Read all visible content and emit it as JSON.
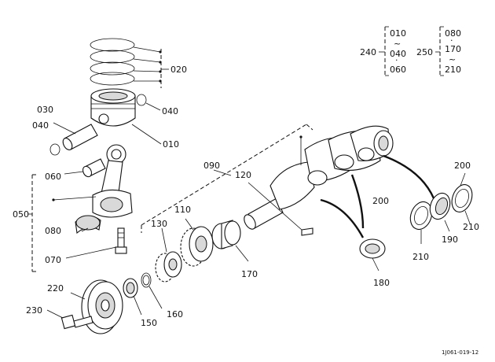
{
  "labels": {
    "p010": "010",
    "p020": "020",
    "p030": "030",
    "p040a": "040",
    "p040b": "040",
    "p050": "050",
    "p060": "060",
    "p070": "070",
    "p080": "080",
    "p090": "090",
    "p110": "110",
    "p120": "120",
    "p130": "130",
    "p150": "150",
    "p160": "160",
    "p170": "170",
    "p180": "180",
    "p190": "190",
    "p200a": "200",
    "p200b": "200",
    "p210a": "210",
    "p210b": "210",
    "p220": "220",
    "p230": "230",
    "p240": "240",
    "p250": "250"
  },
  "group240": {
    "top": "010",
    "tilde1": "~",
    "mid": "040",
    "dot": "·",
    "bottom": "060"
  },
  "group250": {
    "top": "080",
    "dot": "·",
    "mid": "170",
    "tilde": "~",
    "bottom": "210"
  },
  "drawing_code": "1J061-019-12"
}
